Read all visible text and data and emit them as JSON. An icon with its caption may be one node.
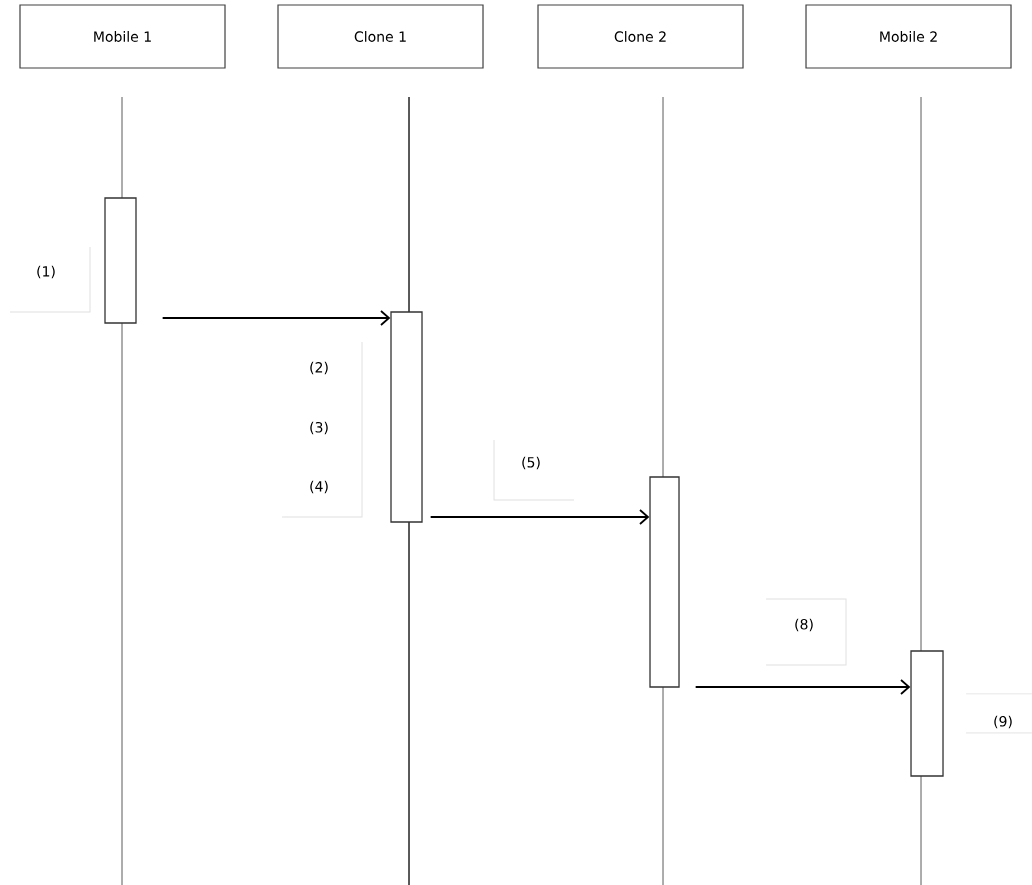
{
  "diagram": {
    "nodes": [
      {
        "text": [
          "Mobile 1"
        ]
      },
      {
        "text": [
          "Clone 1"
        ]
      },
      {
        "text": [
          "Clone 2"
        ]
      },
      {
        "text": [
          "Mobile 2"
        ]
      },
      {
        "text": [],
        "shape": "bar"
      },
      {
        "text": [],
        "shape": "bar"
      },
      {
        "text": [],
        "shape": "bar"
      },
      {
        "text": [],
        "shape": "bar"
      }
    ],
    "edges": [
      {
        "from": 4,
        "to": 5,
        "arrow": "to"
      },
      {
        "from": 5,
        "to": 6,
        "arrow": "to"
      },
      {
        "from": 6,
        "to": 7,
        "arrow": "to"
      }
    ],
    "labels": [
      "(1)",
      "(2)",
      "(3)",
      "(4)",
      "(5)",
      "(8)",
      "(9)"
    ]
  }
}
